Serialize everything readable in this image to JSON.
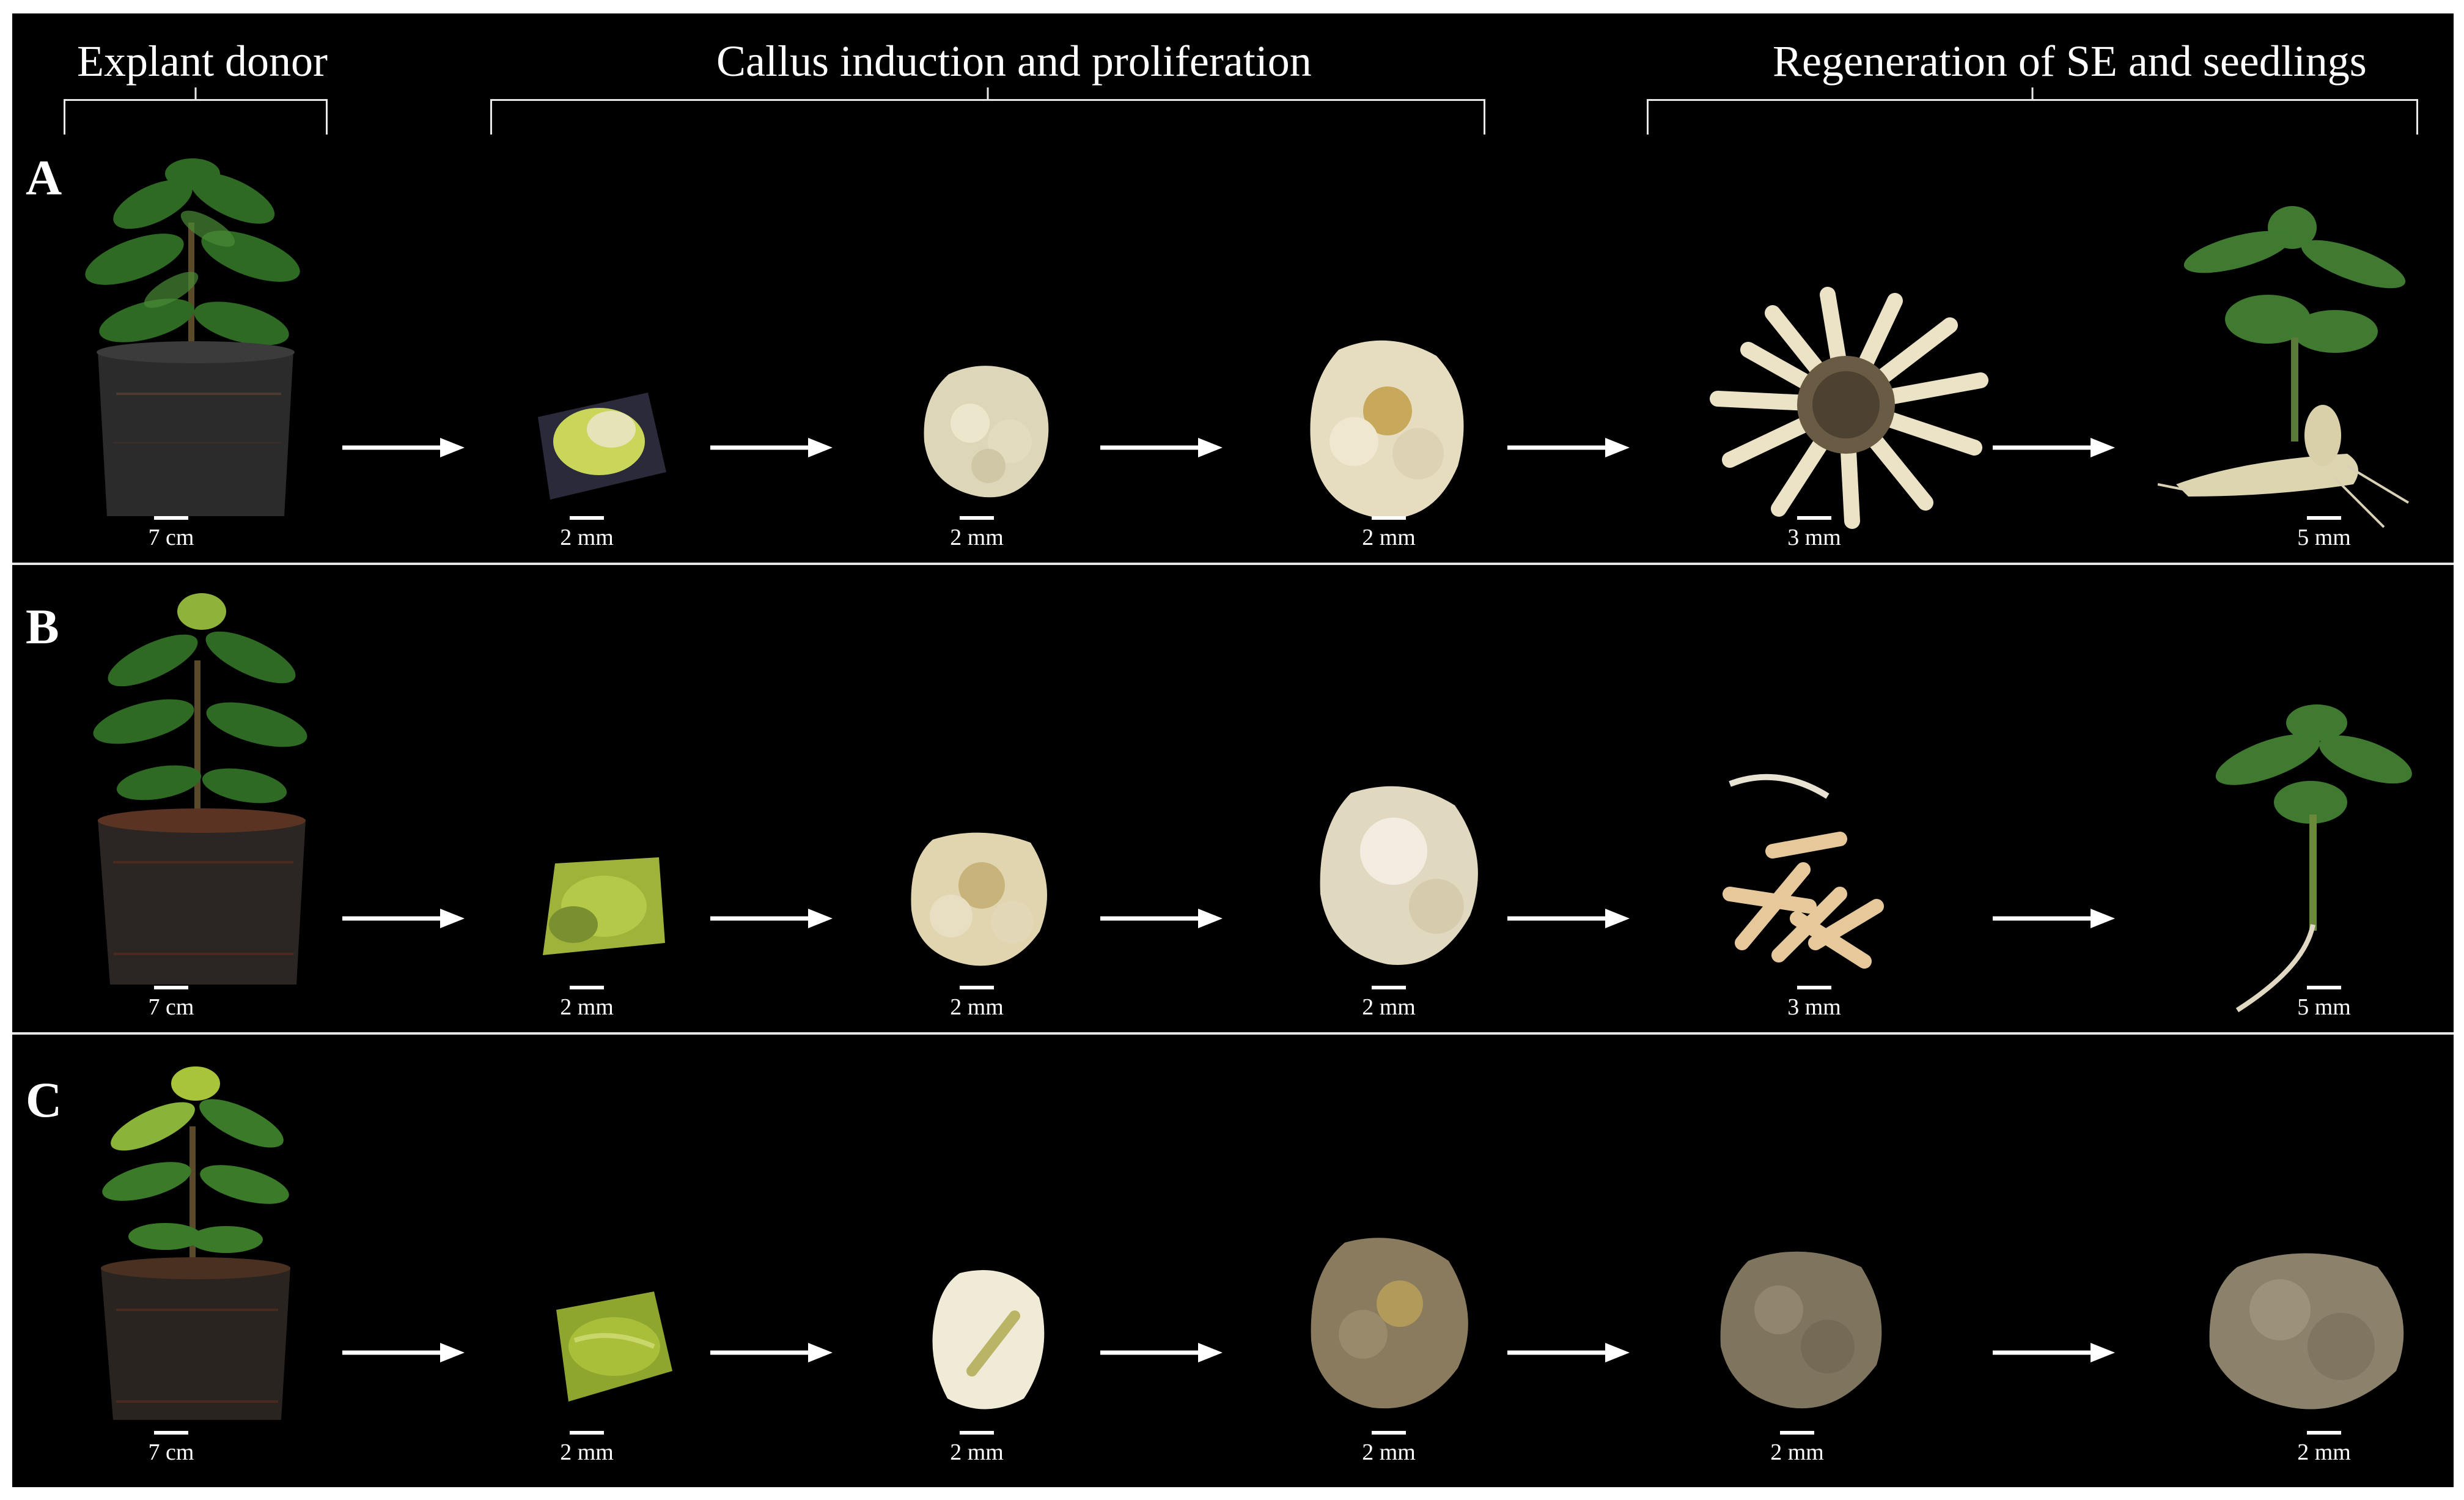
{
  "header": {
    "explant_donor": "Explant donor",
    "callus": "Callus induction and proliferation",
    "regeneration": "Regeneration of SE and seedlings"
  },
  "rows": [
    {
      "label": "A",
      "scales": [
        "7 cm",
        "2 mm",
        "2 mm",
        "2 mm",
        "3 mm",
        "5 mm"
      ]
    },
    {
      "label": "B",
      "scales": [
        "7 cm",
        "2 mm",
        "2 mm",
        "2 mm",
        "3 mm",
        "5 mm"
      ]
    },
    {
      "label": "C",
      "scales": [
        "7 cm",
        "2 mm",
        "2 mm",
        "2 mm",
        "2 mm",
        "2 mm"
      ]
    }
  ],
  "colors": {
    "background": "#000000",
    "arrow": "#ffffff",
    "text": "#ffffff",
    "divider": "#e6e6e6"
  }
}
